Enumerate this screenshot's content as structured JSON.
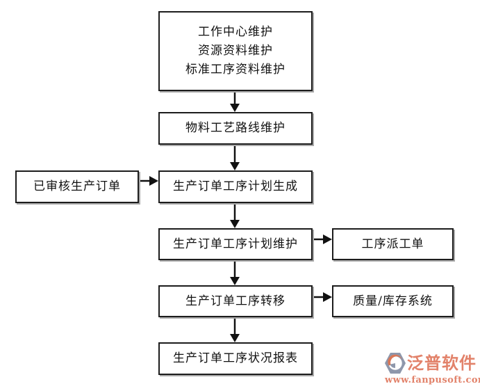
{
  "diagram": {
    "nodes": {
      "master_data": {
        "lines": [
          "工作中心维护",
          "资源资料维护",
          "标准工序资料维护"
        ]
      },
      "routing_maintenance": {
        "label": "物料工艺路线维护"
      },
      "approved_production_order": {
        "label": "已审核生产订单"
      },
      "operation_plan_generation": {
        "label": "生产订单工序计划生成"
      },
      "operation_plan_maintenance": {
        "label": "生产订单工序计划维护"
      },
      "operation_dispatch_order": {
        "label": "工序派工单"
      },
      "operation_transfer": {
        "label": "生产订单工序转移"
      },
      "quality_inventory_system": {
        "label": "质量/库存系统"
      },
      "operation_status_report": {
        "label": "生产订单工序状况报表"
      }
    },
    "edges": [
      {
        "from": "master_data",
        "to": "routing_maintenance"
      },
      {
        "from": "routing_maintenance",
        "to": "operation_plan_generation"
      },
      {
        "from": "approved_production_order",
        "to": "operation_plan_generation"
      },
      {
        "from": "operation_plan_generation",
        "to": "operation_plan_maintenance"
      },
      {
        "from": "operation_plan_maintenance",
        "to": "operation_dispatch_order"
      },
      {
        "from": "operation_plan_maintenance",
        "to": "operation_transfer"
      },
      {
        "from": "operation_transfer",
        "to": "quality_inventory_system"
      },
      {
        "from": "operation_transfer",
        "to": "operation_status_report"
      }
    ],
    "colors": {
      "box_border": "#1c1c1c",
      "box_fill": "#ffffff",
      "text": "#111111",
      "arrow": "#111111",
      "shadow": "#a9a9a9"
    }
  },
  "watermark": {
    "brand": "泛普软件",
    "url": "www.fanpusoft.com",
    "colors": {
      "text": "#e2826a",
      "badge": "#8e97ab",
      "swoosh": "#d97757"
    }
  }
}
